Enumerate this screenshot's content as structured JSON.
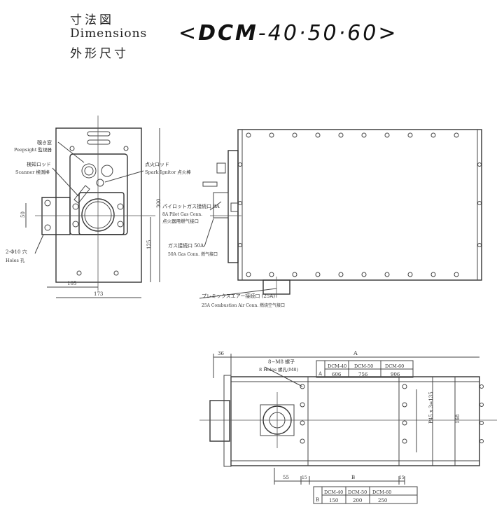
{
  "header": {
    "title_ja": "寸法図",
    "title_en": "Dimensions",
    "title_zh": "外形尺寸",
    "model_prefix": "<",
    "model_name": "DCM",
    "model_variants": "-40·50·60",
    "model_suffix": ">"
  },
  "front_view": {
    "peepsight_ja": "覗き窓",
    "peepsight_en": "Peepsight 監視器",
    "scanner_ja": "検知ロッド",
    "scanner_en": "Scanner 検測棒",
    "ignitor_ja": "点火ロッド",
    "ignitor_en": "Spark Ignitor 点火棒",
    "holes_ja": "2-Φ10  穴",
    "holes_en": "Holes    孔",
    "dim_50": "50",
    "dim_300": "300",
    "dim_125": "125",
    "dim_105": "105",
    "dim_173": "173"
  },
  "side_view": {
    "pilot_ja": "パイロットガス接続口 8A",
    "pilot_en": "8A Pilot Gas Conn.",
    "pilot_zh": "点火器用燃气接口",
    "gas_ja": "ガス接続口  50A",
    "gas_en": "50A Gas Conn.  燃气接口",
    "air_ja": "プレミックスエアー接続口 (25A)",
    "air_en": "25A Combustion Air Conn.  燃烧空气接口"
  },
  "bottom_view": {
    "dim_36": "36",
    "dim_A": "A",
    "bolts_ja": "8−M8  螺子",
    "bolts_en": "8 Holes  螺孔(M8)",
    "pitch": "P45 x 3=135",
    "dim_168": "168",
    "dim_55": "55",
    "dim_15a": "15",
    "dim_B": "B",
    "dim_15b": "15",
    "table_A": {
      "row": "A",
      "headers": [
        "DCM-40",
        "DCM-50",
        "DCM-60"
      ],
      "values": [
        "606",
        "756",
        "906"
      ]
    },
    "table_B": {
      "row": "B",
      "headers": [
        "DCM-40",
        "DCM-50",
        "DCM-60"
      ],
      "values": [
        "150",
        "200",
        "250"
      ]
    }
  }
}
